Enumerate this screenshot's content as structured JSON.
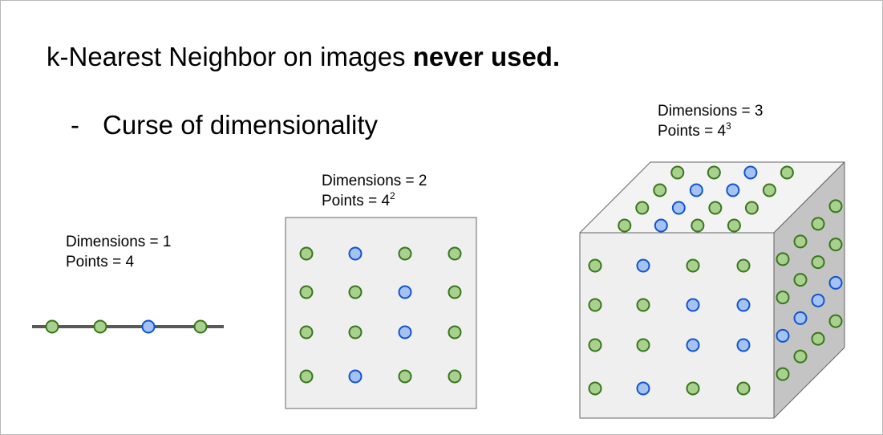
{
  "slide": {
    "title_regular": "k-Nearest Neighbor on images ",
    "title_bold": "never used.",
    "bullet_dash": "-",
    "bullet_text": "Curse of dimensionality"
  },
  "panels": {
    "d1": {
      "dims": "Dimensions = 1",
      "points_prefix": "Points = 4",
      "points_exp": ""
    },
    "d2": {
      "dims": "Dimensions = 2",
      "points_prefix": "Points = 4",
      "points_exp": "2"
    },
    "d3": {
      "dims": "Dimensions = 3",
      "points_prefix": "Points = 4",
      "points_exp": "3"
    }
  },
  "points": {
    "line": [
      "green",
      "green",
      "blue",
      "green"
    ],
    "square": [
      [
        "green",
        "blue",
        "green",
        "green"
      ],
      [
        "green",
        "green",
        "blue",
        "green"
      ],
      [
        "green",
        "green",
        "blue",
        "green"
      ],
      [
        "green",
        "blue",
        "green",
        "green"
      ]
    ],
    "cube_front": [
      [
        "green",
        "blue",
        "green",
        "green"
      ],
      [
        "green",
        "green",
        "blue",
        "blue"
      ],
      [
        "green",
        "green",
        "blue",
        "blue"
      ],
      [
        "green",
        "blue",
        "green",
        "green"
      ]
    ],
    "cube_top": [
      [
        "green",
        "green",
        "blue",
        "green"
      ],
      [
        "green",
        "blue",
        "blue",
        "green"
      ],
      [
        "green",
        "blue",
        "green",
        "green"
      ],
      [
        "green",
        "blue",
        "green",
        "green"
      ]
    ],
    "cube_side": [
      [
        "green",
        "green",
        "green",
        "green"
      ],
      [
        "green",
        "green",
        "green",
        "green"
      ],
      [
        "blue",
        "blue",
        "blue",
        "blue"
      ],
      [
        "green",
        "green",
        "green",
        "green"
      ]
    ]
  },
  "colors": {
    "green_fill": "#a9d18e",
    "green_stroke": "#38761d",
    "blue_fill": "#a4c2f4",
    "blue_stroke": "#1155cc",
    "face_front": "#efefef",
    "face_top": "#f3f3f3",
    "face_side": "#c4c4c4",
    "edge": "#666666",
    "line": "#595959"
  }
}
